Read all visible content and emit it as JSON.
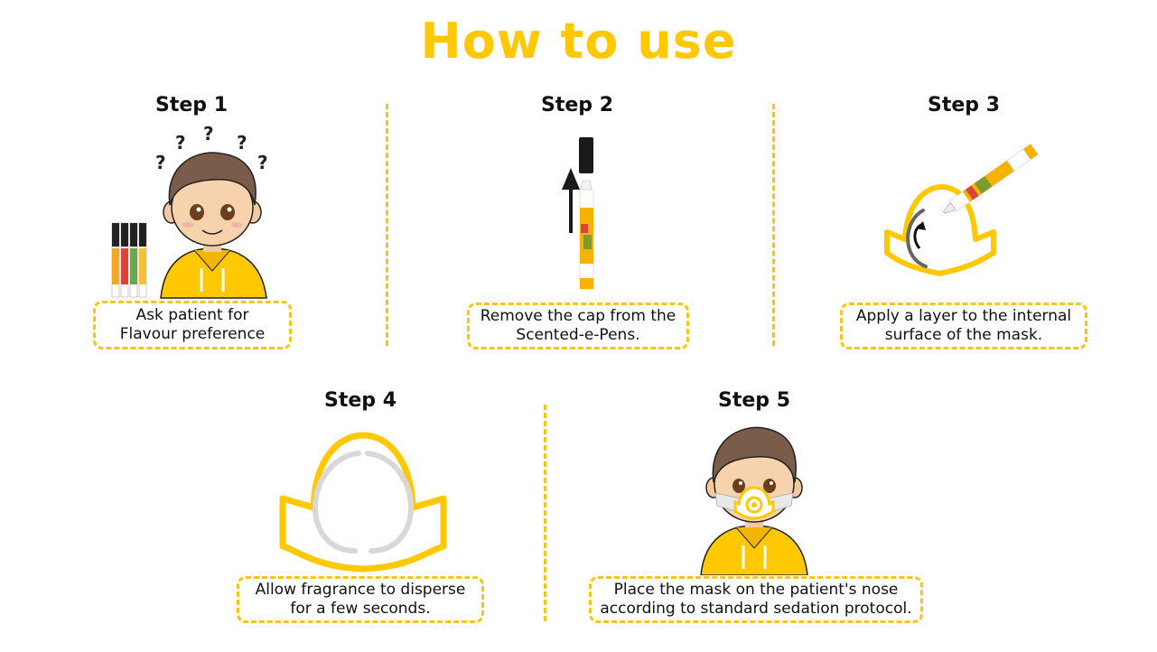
{
  "title": "How to use",
  "accent_color": "#ffc800",
  "steps": [
    {
      "label": "Step 1",
      "caption_line1": "Ask patient for",
      "caption_line2": "Flavour preference",
      "illustration": "boy-thinking-with-pens"
    },
    {
      "label": "Step 2",
      "caption_line1": "Remove the cap from the",
      "caption_line2": "Scented-e-Pens.",
      "illustration": "pen-cap-removal-arrow"
    },
    {
      "label": "Step 3",
      "caption_line1": "Apply a layer to the internal",
      "caption_line2": "surface of the mask.",
      "illustration": "pen-applying-to-mask"
    },
    {
      "label": "Step 4",
      "caption_line1": "Allow fragrance to disperse",
      "caption_line2": "for a few seconds.",
      "illustration": "mask-outline"
    },
    {
      "label": "Step 5",
      "caption_line1": "Place the mask on the patient's nose",
      "caption_line2": "according to standard sedation protocol.",
      "illustration": "boy-wearing-mask"
    }
  ]
}
